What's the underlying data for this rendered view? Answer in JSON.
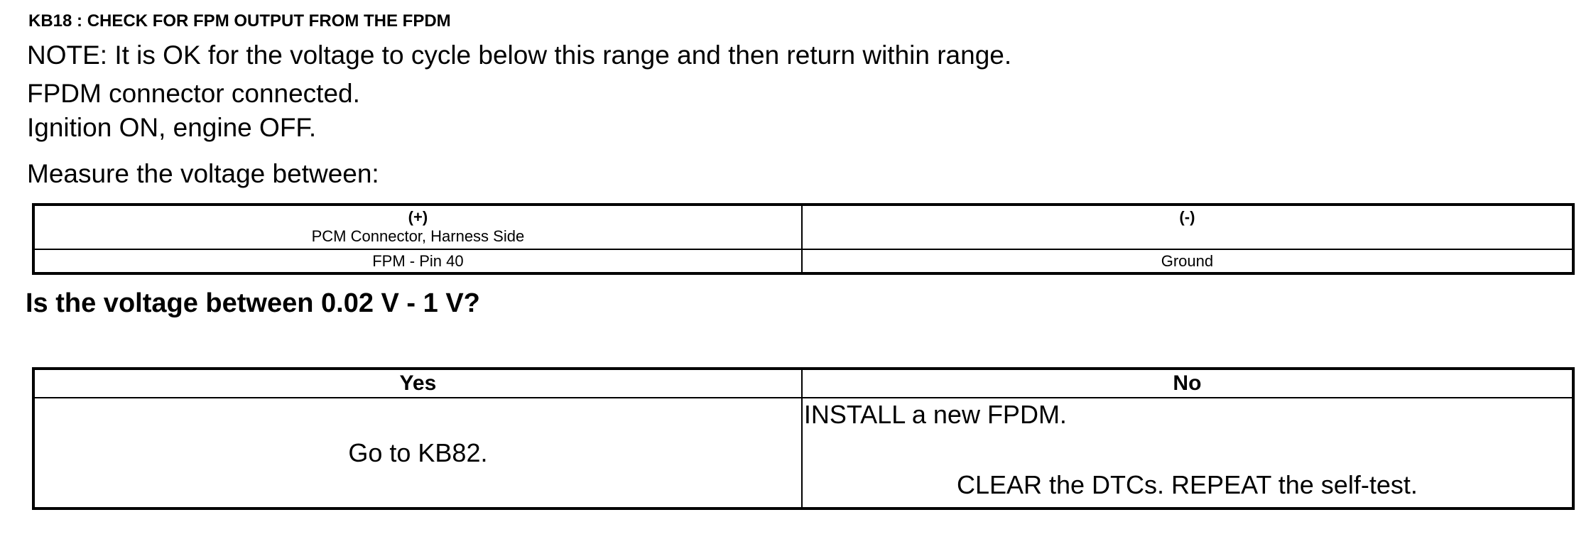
{
  "document": {
    "title": "KB18 : CHECK FOR FPM OUTPUT FROM THE FPDM",
    "note": "NOTE: It is OK for the voltage to cycle below this range and then return within range.",
    "condition_fpdm": "FPDM connector connected.",
    "condition_ignition": "Ignition ON, engine OFF.",
    "measure_instruction": "Measure the voltage between:",
    "question": "Is the voltage between 0.02 V - 1 V?"
  },
  "measurement_table": {
    "positive": {
      "polarity_label": "(+)",
      "subtitle": "PCM Connector, Harness Side",
      "measure_point": "FPM - Pin 40"
    },
    "negative": {
      "polarity_label": "(-)",
      "measure_point": "Ground"
    }
  },
  "decision_table": {
    "yes_header": "Yes",
    "no_header": "No",
    "yes_action": "Go to KB82.",
    "no_action_line1": "INSTALL a new FPDM.",
    "no_action_line2": "CLEAR the DTCs. REPEAT the self-test."
  },
  "colors": {
    "text": "#000000",
    "border": "#000000",
    "background": "#ffffff"
  }
}
